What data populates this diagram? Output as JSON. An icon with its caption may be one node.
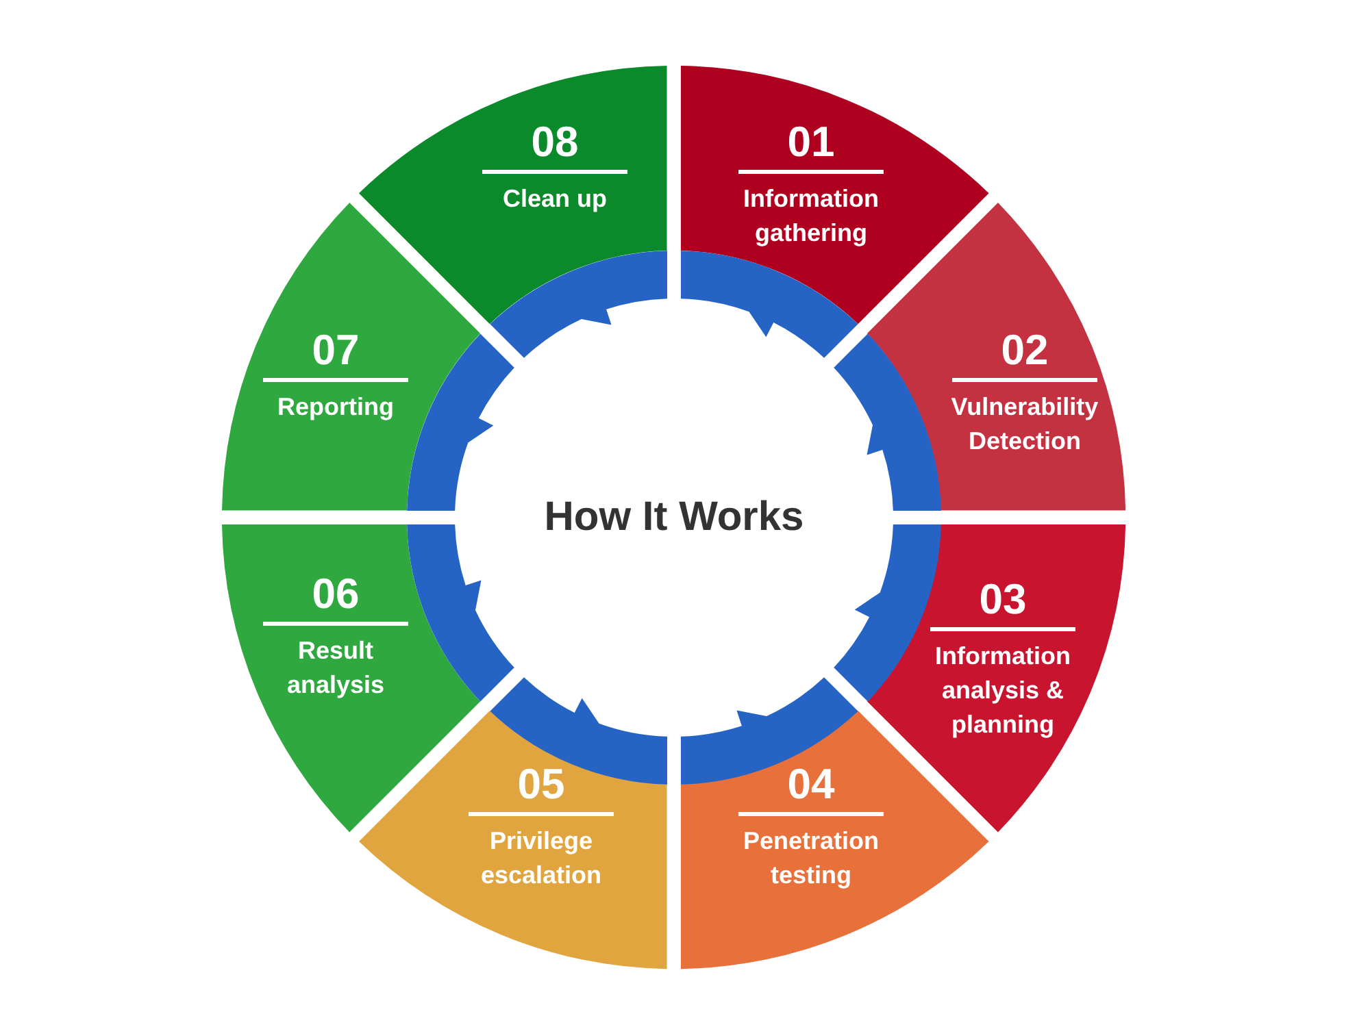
{
  "diagram": {
    "title": "How It Works",
    "nodes": [
      {
        "text": [
          "01",
          "Information gathering"
        ]
      },
      {
        "text": [
          "02",
          "Vulnerability Detection"
        ]
      },
      {
        "text": [
          "03",
          "Information analysis & planning"
        ]
      },
      {
        "text": [
          "04",
          "Penetration testing"
        ]
      },
      {
        "text": [
          "05",
          "Privilege escalation"
        ]
      },
      {
        "text": [
          "06",
          "Result analysis"
        ]
      },
      {
        "text": [
          "07",
          "Reporting"
        ]
      },
      {
        "text": [
          "08",
          "Clean up"
        ]
      }
    ]
  }
}
